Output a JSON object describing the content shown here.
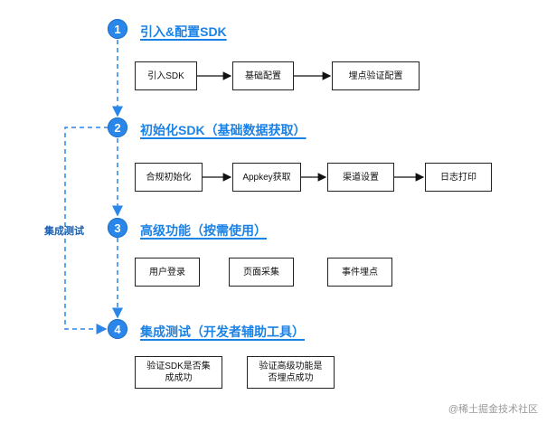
{
  "steps": [
    {
      "number": "1",
      "title": "引入&配置SDK"
    },
    {
      "number": "2",
      "title": "初始化SDK（基础数据获取）"
    },
    {
      "number": "3",
      "title": "高级功能（按需使用）"
    },
    {
      "number": "4",
      "title": "集成测试（开发者辅助工具）"
    }
  ],
  "step1_boxes": [
    "引入SDK",
    "基础配置",
    "埋点验证配置"
  ],
  "step2_boxes": [
    "合规初始化",
    "Appkey获取",
    "渠道设置",
    "日志打印"
  ],
  "step3_boxes": [
    "用户登录",
    "页面采集",
    "事件埋点"
  ],
  "step4_boxes": [
    "验证SDK是否集成成功",
    "验证高级功能是否埋点成功"
  ],
  "loop_label": "集成测试",
  "watermark": "@稀土掘金技术社区",
  "colors": {
    "accent": "#2a86e8",
    "title": "#1a82e6",
    "border": "#222222"
  }
}
